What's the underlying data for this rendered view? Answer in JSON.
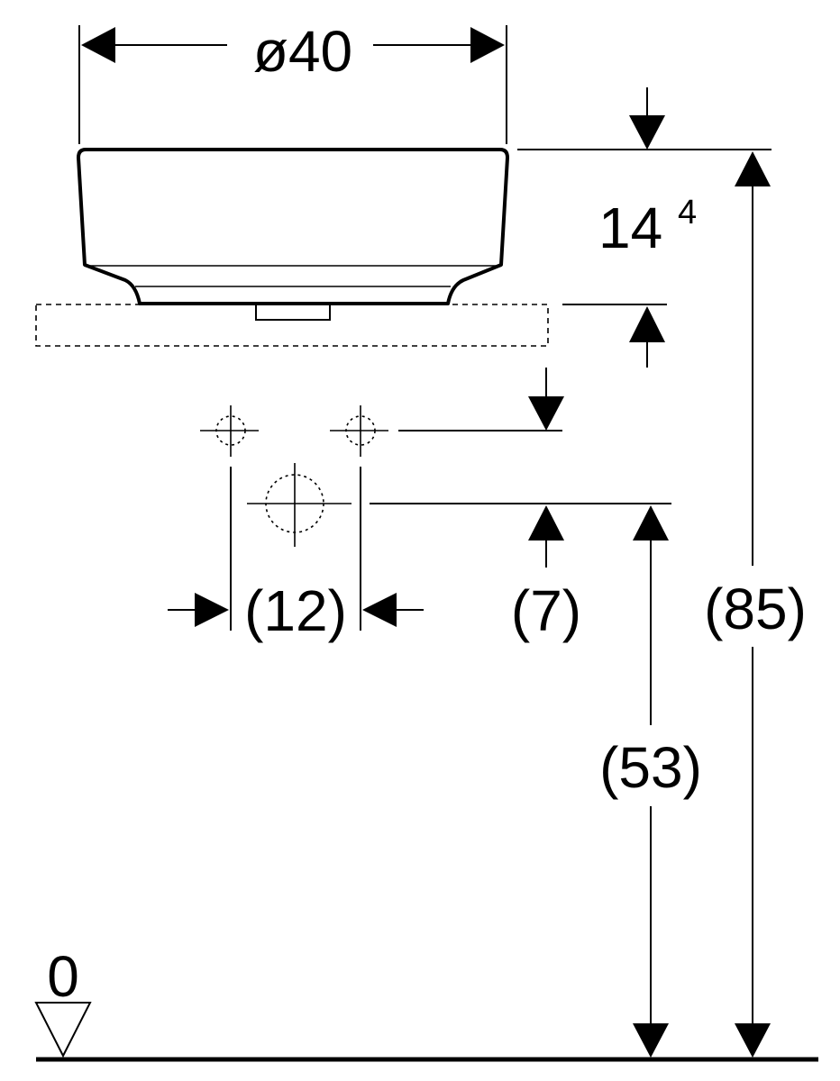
{
  "dimensions": {
    "diameter": "ø40",
    "rim_height_base": "14",
    "rim_height_sup": "4",
    "tap_hole_spacing": "(12)",
    "drain_offset": "(7)",
    "drain_height": "(53)",
    "total_height": "(85)",
    "floor_level": "0"
  },
  "colors": {
    "ink": "#000000",
    "paper": "#ffffff"
  }
}
